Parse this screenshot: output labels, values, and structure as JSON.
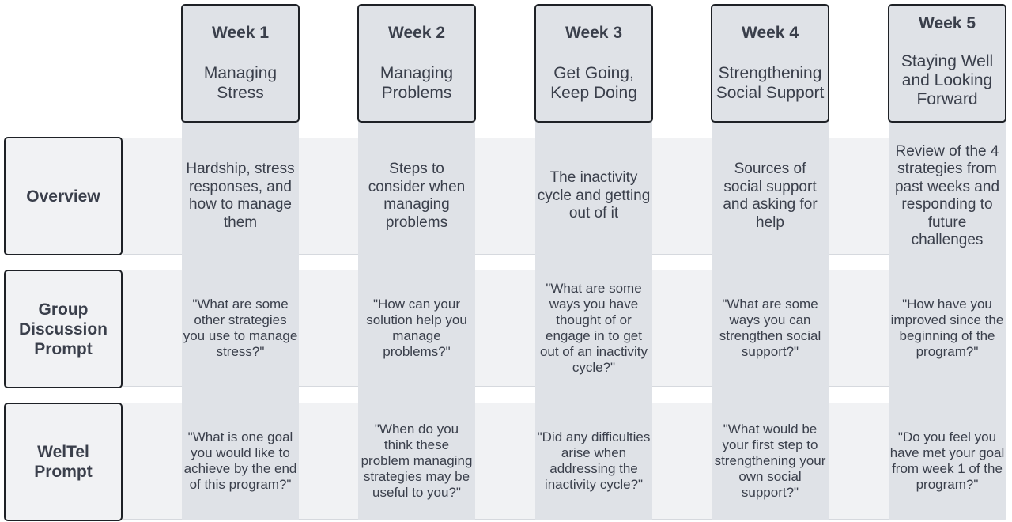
{
  "weeks": [
    {
      "label": "Week 1",
      "topic": "Managing Stress"
    },
    {
      "label": "Week 2",
      "topic": "Managing Problems"
    },
    {
      "label": "Week 3",
      "topic": "Get Going, Keep Doing"
    },
    {
      "label": "Week 4",
      "topic": "Strengthening Social Support"
    },
    {
      "label": "Week 5",
      "topic": "Staying Well and Looking Forward"
    }
  ],
  "rows": [
    {
      "label": "Overview",
      "cells": [
        "Hardship, stress responses, and how to manage them",
        "Steps to consider when managing problems",
        "The inactivity cycle and getting out of it",
        "Sources of social support and asking for help",
        "Review of the 4 strategies from past weeks and responding to future challenges"
      ]
    },
    {
      "label": "Group Discussion Prompt",
      "cells": [
        "\"What are some other strategies you use to manage stress?\"",
        "\"How can your solution help you manage problems?\"",
        "\"What are some ways you have thought of or engage in to get out of an inactivity cycle?\"",
        "\"What are some ways you can strengthen social support?\"",
        "\"How have you improved since the beginning of the program?\""
      ]
    },
    {
      "label": "WelTel Prompt",
      "cells": [
        "\"What is one goal you would like to achieve by the end of this program?\"",
        "\"When do you think these problem managing strategies may be useful to you?\"",
        "\"Did any difficulties arise when addressing the inactivity cycle?\"",
        "\"What would be your first step to strengthening your own social support?\"",
        "\"Do you feel you have met your goal from week 1 of the program?\""
      ]
    }
  ],
  "colors": {
    "band": "#f1f2f4",
    "column": "#dfe2e7",
    "border": "#1e2126",
    "text": "#3a3f4b"
  }
}
